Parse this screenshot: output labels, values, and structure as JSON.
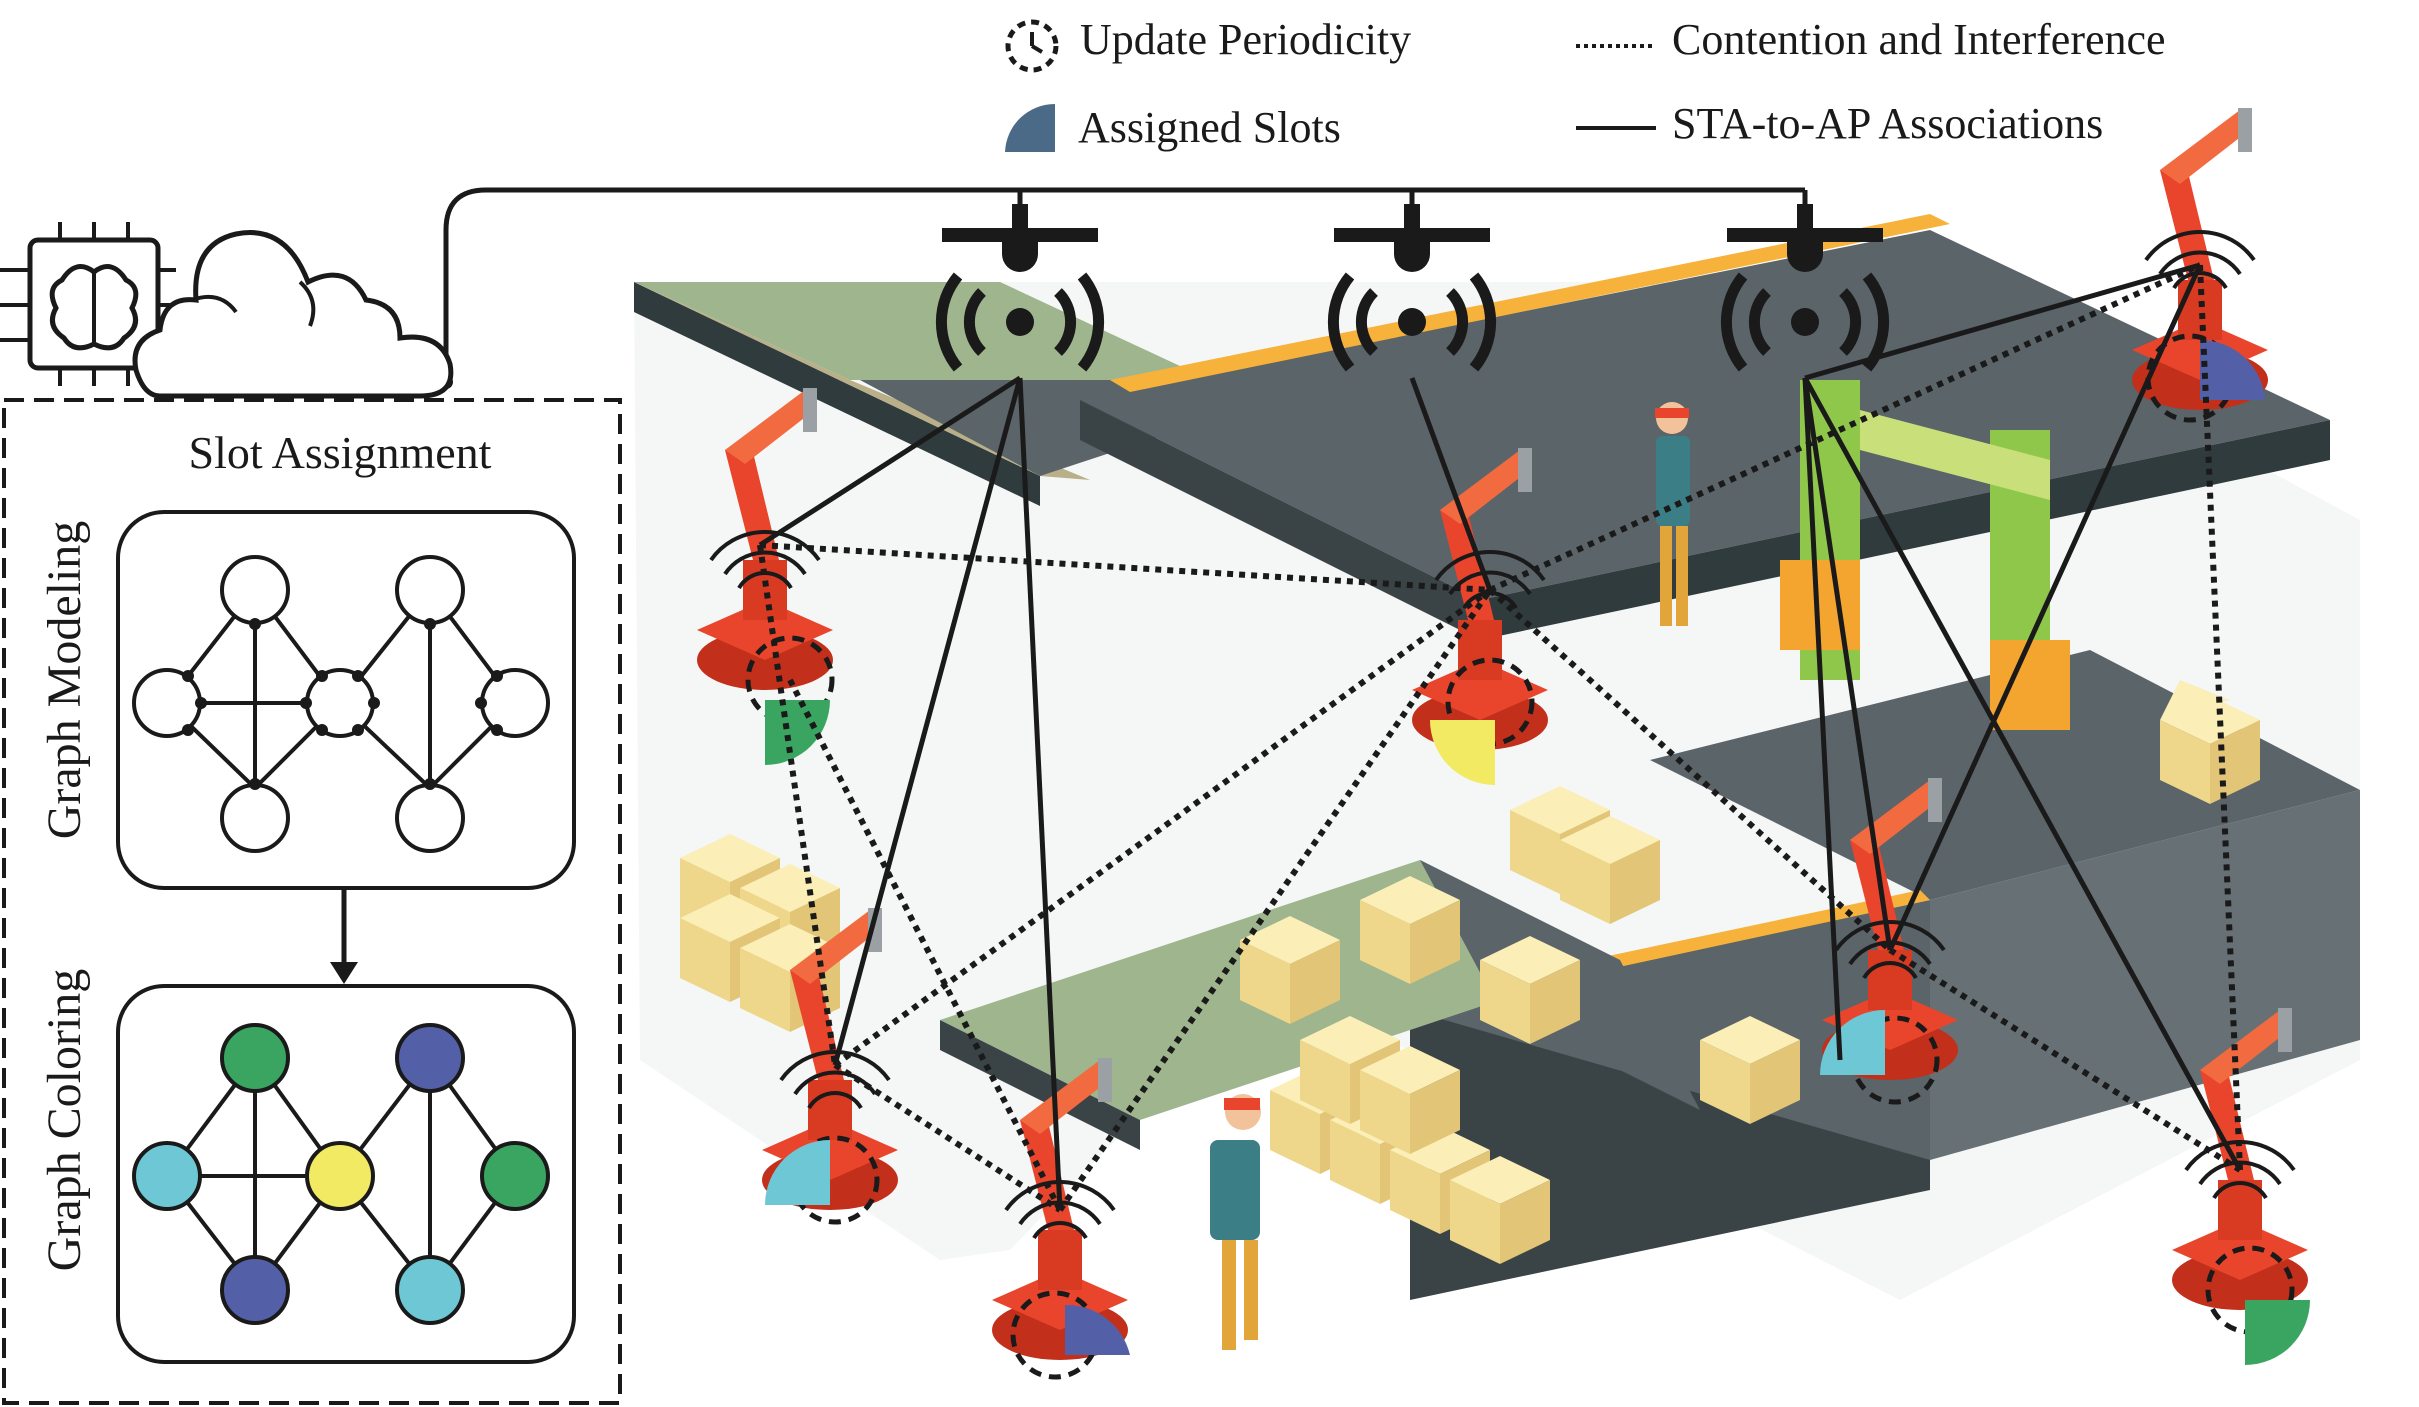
{
  "legend": {
    "update_periodicity": "Update Periodicity",
    "assigned_slots": "Assigned Slots",
    "contention": "Contention and Interference",
    "association": "STA-to-AP Associations"
  },
  "panel": {
    "title": "Slot Assignment",
    "graph_modeling": "Graph Modeling",
    "graph_coloring": "Graph Coloring"
  },
  "colors": {
    "green": "#3aa561",
    "blue": "#5360a8",
    "cyan": "#6ec7d4",
    "yellow": "#f2ea62",
    "slot_dark": "#4a6a88",
    "robot": "#e8452c",
    "belt": "#5b6468"
  },
  "coloring_nodes": [
    "green",
    "blue",
    "cyan",
    "yellow",
    "green",
    "blue",
    "cyan"
  ],
  "icons": [
    "update-periodicity-icon",
    "assigned-slot-icon",
    "ai-chip-icon",
    "cloud-icon",
    "access-point-icon",
    "robot-arm-icon",
    "worker-icon",
    "box-icon"
  ]
}
